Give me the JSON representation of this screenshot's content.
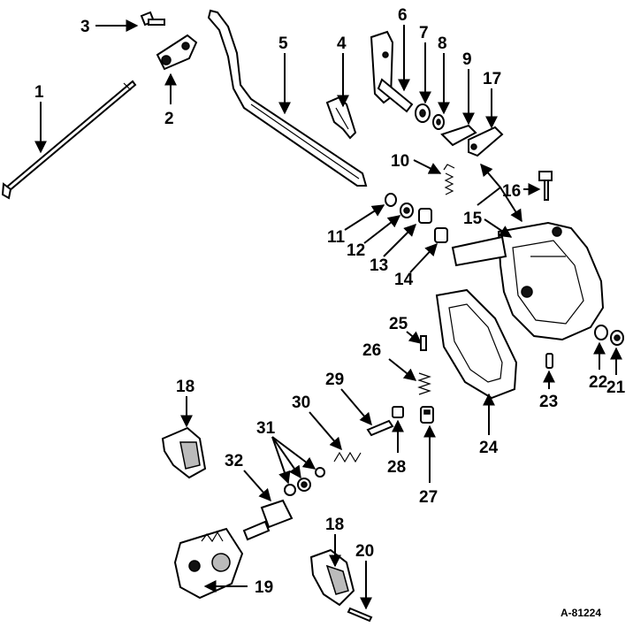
{
  "figure": {
    "reference": "A-81224",
    "callouts": [
      {
        "id": "c1",
        "label": "1"
      },
      {
        "id": "c2",
        "label": "2"
      },
      {
        "id": "c3",
        "label": "3"
      },
      {
        "id": "c4",
        "label": "4"
      },
      {
        "id": "c5",
        "label": "5"
      },
      {
        "id": "c6",
        "label": "6"
      },
      {
        "id": "c7",
        "label": "7"
      },
      {
        "id": "c8",
        "label": "8"
      },
      {
        "id": "c9",
        "label": "9"
      },
      {
        "id": "c10",
        "label": "10"
      },
      {
        "id": "c11",
        "label": "11"
      },
      {
        "id": "c12",
        "label": "12"
      },
      {
        "id": "c13",
        "label": "13"
      },
      {
        "id": "c14",
        "label": "14"
      },
      {
        "id": "c15",
        "label": "15"
      },
      {
        "id": "c16",
        "label": "16"
      },
      {
        "id": "c17",
        "label": "17"
      },
      {
        "id": "c18a",
        "label": "18"
      },
      {
        "id": "c18b",
        "label": "18"
      },
      {
        "id": "c19",
        "label": "19"
      },
      {
        "id": "c20",
        "label": "20"
      },
      {
        "id": "c21",
        "label": "21"
      },
      {
        "id": "c22",
        "label": "22"
      },
      {
        "id": "c23",
        "label": "23"
      },
      {
        "id": "c24",
        "label": "24"
      },
      {
        "id": "c25",
        "label": "25"
      },
      {
        "id": "c26",
        "label": "26"
      },
      {
        "id": "c27",
        "label": "27"
      },
      {
        "id": "c28",
        "label": "28"
      },
      {
        "id": "c29",
        "label": "29"
      },
      {
        "id": "c30",
        "label": "30"
      },
      {
        "id": "c31",
        "label": "31"
      },
      {
        "id": "c32",
        "label": "32"
      }
    ]
  }
}
